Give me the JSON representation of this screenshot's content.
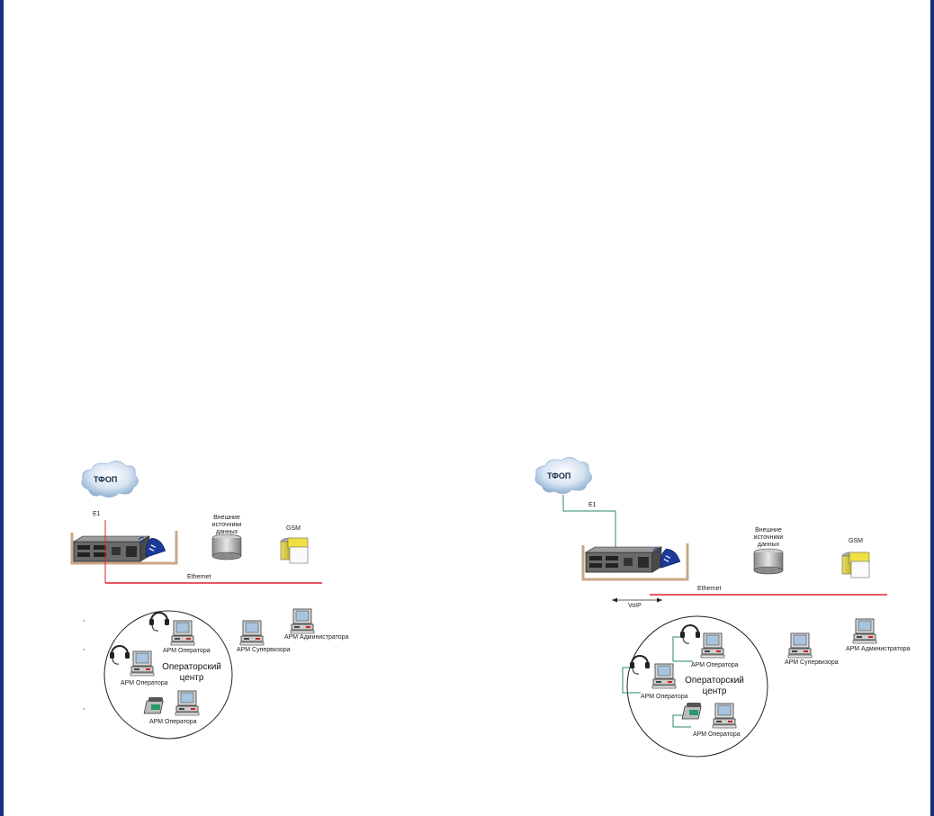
{
  "left_diagram": {
    "cloud_label": "ТФОП",
    "e1_label": "E1",
    "db_label": "Внешние\nисточники\nданных",
    "gsm_label": "GSM",
    "ethernet_label": "Ethernet",
    "center_label": "Операторский\nцентр",
    "workstations": [
      "АРМ Оператора",
      "АРМ Оператора",
      "АРМ Оператора"
    ],
    "standalone": [
      "АРМ Супервизора",
      "АРМ Администратора"
    ]
  },
  "right_diagram": {
    "cloud_label": "ТФОП",
    "e1_label": "E1",
    "db_label": "Внешние\nисточники\nданных",
    "gsm_label": "GSM",
    "ethernet_label": "Ethernet",
    "voip_label": "VoIP",
    "center_label": "Операторский\nцентр",
    "workstations": [
      "АРМ Оператора",
      "АРМ Оператора",
      "АРМ Оператора"
    ],
    "standalone": [
      "АРМ Супервизора",
      "АРМ Администратора"
    ]
  },
  "colors": {
    "frame": "#1a2f7a",
    "ethernet": "#e0202a",
    "e1_right": "#2a8a6a",
    "shadow": "#c8a888"
  }
}
